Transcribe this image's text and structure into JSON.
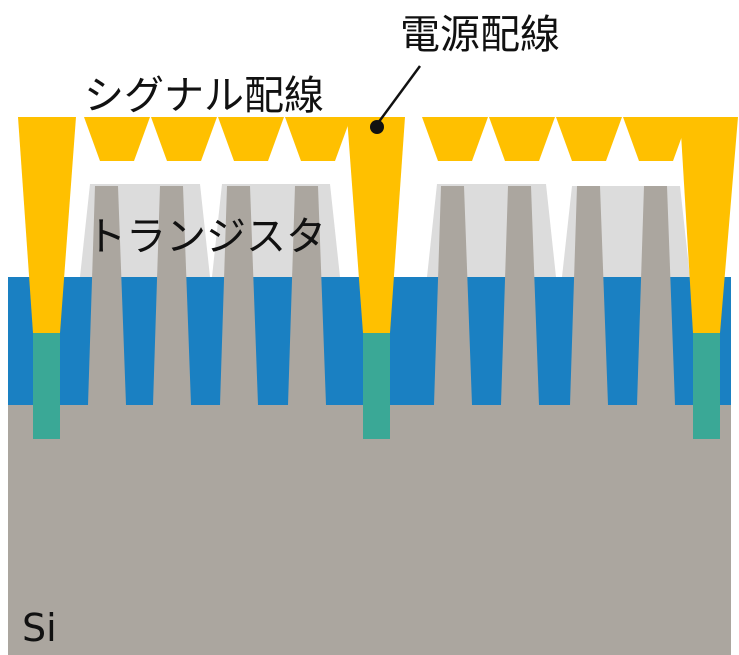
{
  "labels": {
    "power_wiring": "電源配線",
    "signal_wiring": "シグナル配線",
    "transistor": "トランジスタ",
    "substrate": "Si"
  },
  "colors": {
    "background": "#ffffff",
    "substrate": "#aba69f",
    "oxide": "#1a80c2",
    "gate_dielectric": "#dcdcdc",
    "fin": "#aba69f",
    "wire": "#ffc000",
    "via": "#3aa896",
    "text": "#111111"
  }
}
